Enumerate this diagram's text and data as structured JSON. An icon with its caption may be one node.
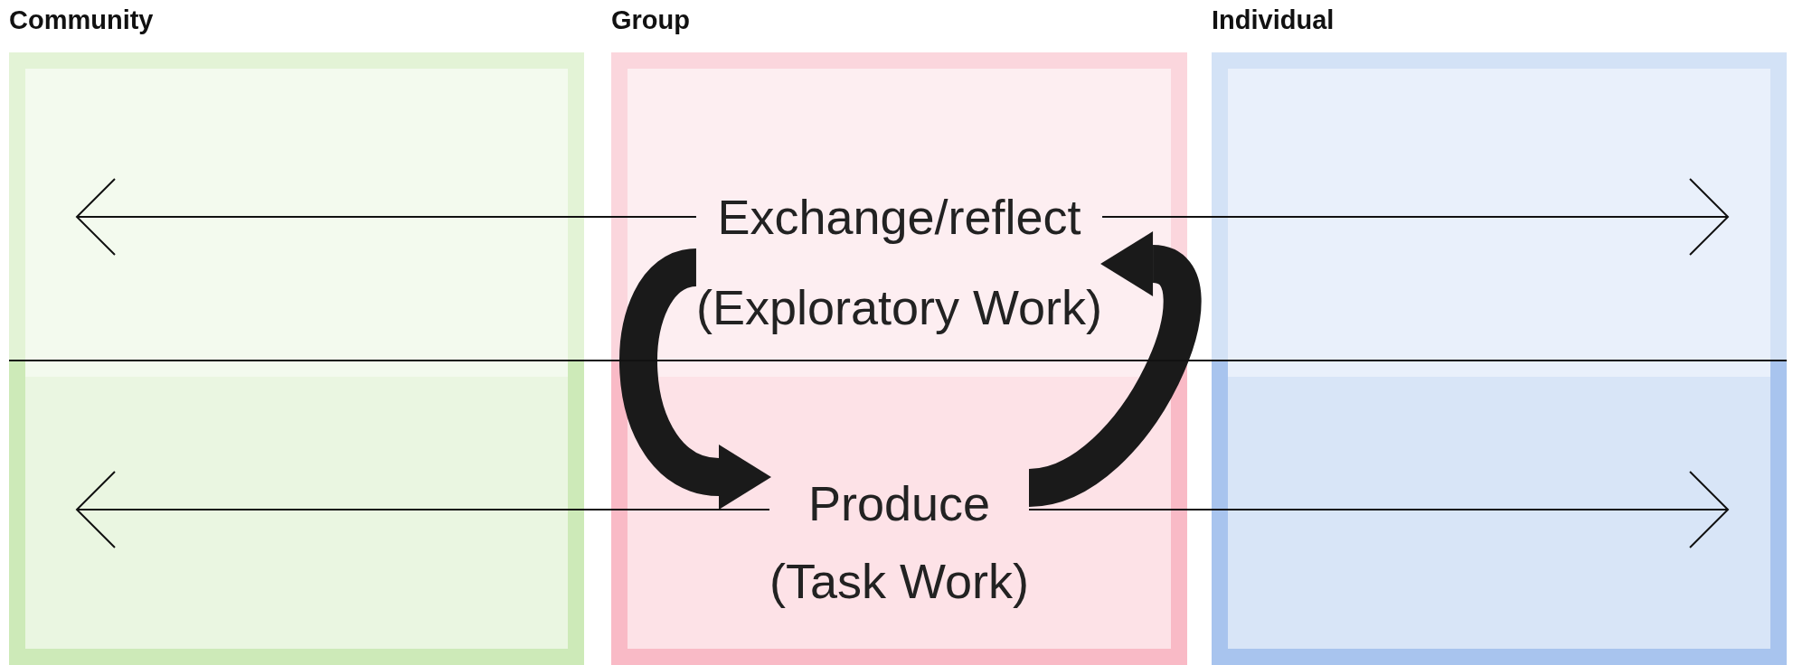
{
  "diagram": {
    "nodes": [
      {
        "text": [
          "Community"
        ]
      },
      {
        "text": [
          "Group"
        ]
      },
      {
        "text": [
          "Individual"
        ]
      },
      {
        "text": [
          "Exchange/reflect",
          "(Exploratory Work)"
        ],
        "in": 1
      },
      {
        "text": [
          "Produce",
          "(Task Work)"
        ],
        "in": 1
      }
    ],
    "edges": [
      {
        "from": 3,
        "to": 0,
        "arrow": "to"
      },
      {
        "from": 3,
        "to": 2,
        "arrow": "to"
      },
      {
        "from": 4,
        "to": 0,
        "arrow": "to"
      },
      {
        "from": 4,
        "to": 2,
        "arrow": "to"
      },
      {
        "from": 3,
        "to": 4,
        "arrow": "to",
        "style": "thick"
      },
      {
        "from": 4,
        "to": 3,
        "arrow": "to",
        "style": "thick"
      }
    ]
  }
}
